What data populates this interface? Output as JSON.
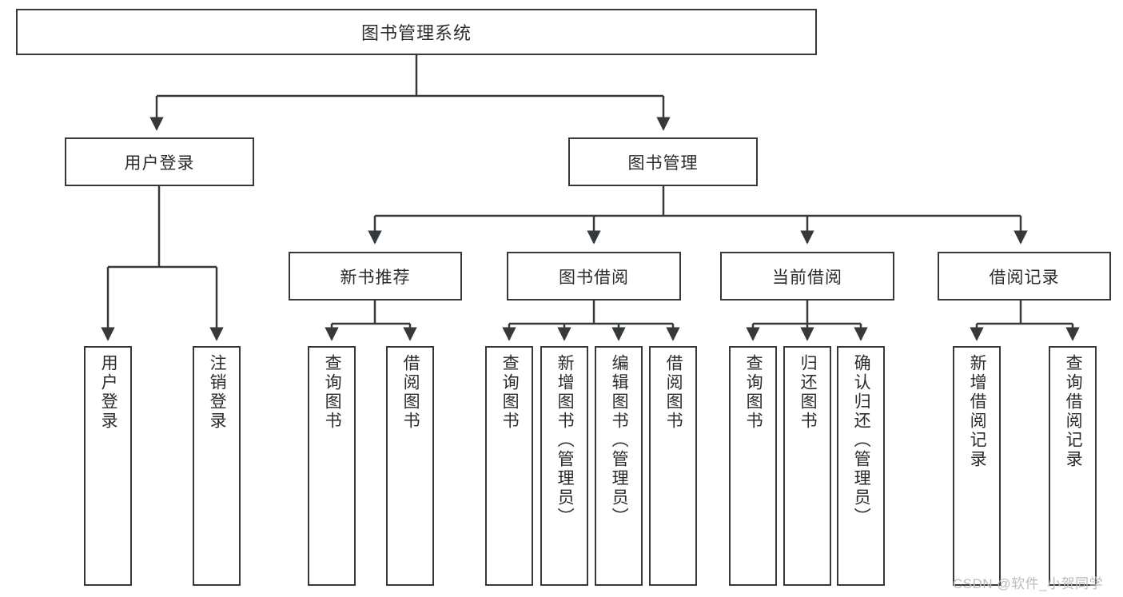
{
  "diagram": {
    "title": "图书管理系统",
    "type": "tree",
    "orientation": "top-down",
    "colors": {
      "stroke": "#36393b",
      "fill": "#ffffff",
      "text": "#2b2b2b",
      "watermark": "#b9bdc0"
    },
    "root": {
      "label": "图书管理系统"
    },
    "level2": [
      {
        "label": "用户登录"
      },
      {
        "label": "图书管理"
      }
    ],
    "level3": [
      {
        "label": "新书推荐"
      },
      {
        "label": "图书借阅"
      },
      {
        "label": "当前借阅"
      },
      {
        "label": "借阅记录"
      }
    ],
    "leaves": {
      "user_login": [
        {
          "label": "用户登录"
        },
        {
          "label": "注销登录"
        }
      ],
      "new_book_recommend": [
        {
          "label": "查询图书"
        },
        {
          "label": "借阅图书"
        }
      ],
      "book_borrow": [
        {
          "label": "查询图书"
        },
        {
          "label": "新增图书（管理员）"
        },
        {
          "label": "编辑图书（管理员）"
        },
        {
          "label": "借阅图书"
        }
      ],
      "current_borrow": [
        {
          "label": "查询图书"
        },
        {
          "label": "归还图书"
        },
        {
          "label": "确认归还（管理员）"
        }
      ],
      "borrow_record": [
        {
          "label": "新增借阅记录"
        },
        {
          "label": "查询借阅记录"
        }
      ]
    }
  },
  "watermark": {
    "text": "CSDN @软件_小贺同学"
  }
}
